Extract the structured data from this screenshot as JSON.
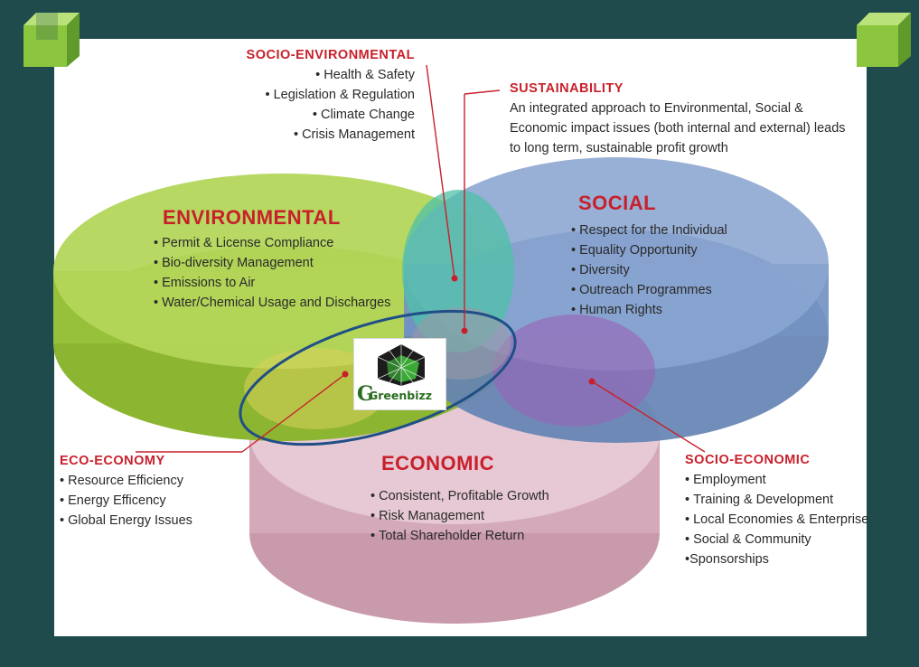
{
  "socio_environmental": {
    "heading": "SOCIO-ENVIRONMENTAL",
    "items": [
      "Health & Safety",
      "Legislation & Regulation",
      "Climate Change",
      "Crisis Management"
    ]
  },
  "sustainability": {
    "heading": "SUSTAINABILITY",
    "lines": [
      "An integrated approach to Environmental, Social &",
      "Economic impact issues (both internal and external) leads",
      "to long term, sustainable profit growth"
    ]
  },
  "environmental": {
    "heading": "ENVIRONMENTAL",
    "items": [
      "Permit & License Compliance",
      "Bio-diversity Management",
      "Emissions to Air",
      "Water/Chemical Usage and Discharges"
    ]
  },
  "social": {
    "heading": "SOCIAL",
    "items": [
      "Respect for the Individual",
      "Equality Opportunity",
      "Diversity",
      "Outreach Programmes",
      "Human Rights"
    ]
  },
  "economic": {
    "heading": "ECONOMIC",
    "items": [
      "Consistent, Profitable Growth",
      "Risk Management",
      "Total Shareholder Return"
    ]
  },
  "eco_economy": {
    "heading": "ECO-ECONOMY",
    "items": [
      "Resource Efficiency",
      "Energy Efficency",
      "Global Energy Issues"
    ]
  },
  "socio_economic": {
    "heading": "SOCIO-ECONOMIC",
    "items": [
      "Employment",
      "Training & Development",
      "Local Economies & Enterprise",
      "Social & Community"
    ],
    "last_item": "•Sponsorships"
  },
  "logo": {
    "text": "Greenbizz",
    "mark": "G"
  },
  "colors": {
    "environmental": "#a8cf4a",
    "social": "#7a98c6",
    "economic": "#dcb6c4",
    "accent_red": "#c8202b",
    "ellipse_outline": "#1f4f86",
    "frame": "#1f4b4d",
    "cube": "#8cc63f"
  }
}
